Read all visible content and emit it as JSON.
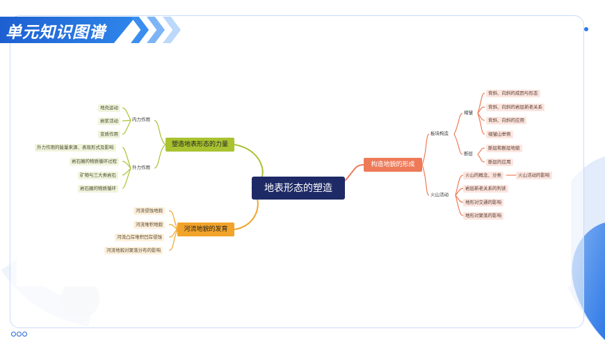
{
  "header": {
    "title": "单元知识图谱"
  },
  "colors": {
    "accent": "#1f64d8",
    "central": "#1d2a66",
    "green": "#a9c230",
    "orange": "#f2a329",
    "red": "#ee7a58"
  },
  "mindmap": {
    "central": "地表形态的塑造",
    "force": {
      "title": "塑造地表形态的力量",
      "internal": {
        "label": "内力作用",
        "items": [
          "地壳运动",
          "岩浆活动",
          "变质作用"
        ]
      },
      "external": {
        "label": "外力作用",
        "items": [
          "外力作用的能量来源、表现形式及影响",
          "岩石圈的物质循环过程",
          "矿物与三大类岩石",
          "岩石圈的物质循环"
        ]
      }
    },
    "river": {
      "title": "河流地貌的发育",
      "items": [
        "河流侵蚀地貌",
        "河流堆积地貌",
        "河流凸岸堆积凹岸侵蚀",
        "河流地貌对聚落分布的影响"
      ]
    },
    "tectonic": {
      "title": "构造地貌的形成",
      "plate": {
        "label": "板块构造",
        "fold": {
          "label": "褶皱",
          "items": [
            "背斜、向斜的成因与形态",
            "背斜、向斜的岩层新老关系",
            "背斜、向斜的应用",
            "褶皱山举例"
          ]
        },
        "fault": {
          "label": "断层",
          "items": [
            "断层和断层地貌",
            "断层的应用"
          ]
        }
      },
      "volcano": {
        "label": "火山活动",
        "items": [
          "火山的概念、分类",
          "岩层新老关系的判读",
          "地形对交通的影响",
          "地形对聚落的影响"
        ],
        "sub": "火山活动的影响"
      }
    }
  }
}
